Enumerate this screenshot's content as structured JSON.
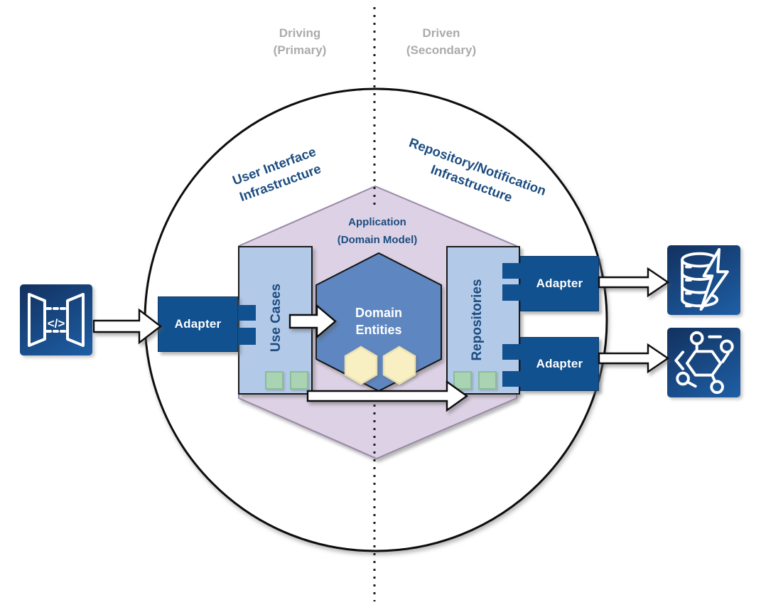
{
  "diagram": {
    "top_labels": {
      "left": {
        "line1": "Driving",
        "line2": "(Primary)"
      },
      "right": {
        "line1": "Driven",
        "line2": "(Secondary)"
      }
    },
    "zones": {
      "left": {
        "line1": "User Interface",
        "line2": "Infrastructure"
      },
      "right": {
        "line1": "Repository/Notification",
        "line2": "Infrastructure"
      }
    },
    "application": {
      "line1": "Application",
      "line2": "(Domain Model)"
    },
    "domain_entities": {
      "line1": "Domain",
      "line2": "Entities"
    },
    "ports": {
      "left": "Use Cases",
      "right": "Repositories"
    },
    "adapters": {
      "left": "Adapter",
      "right_top": "Adapter",
      "right_bottom": "Adapter"
    },
    "icons": {
      "left": {
        "name": "code-gateway-icon",
        "glyph": "</>"
      },
      "right_top": {
        "name": "database-lightning-icon"
      },
      "right_bottom": {
        "name": "graph-molecule-icon"
      }
    },
    "colors": {
      "adapter_blue": "#11518F",
      "port_light_blue": "#B3C9E8",
      "domain_hex_blue": "#5E86C0",
      "app_hex_purple": "#DDD2E5",
      "entity_yellow": "#F8EFC2",
      "component_green": "#A9D3B2",
      "label_navy": "#1B4C80",
      "label_gray": "#ABABAB"
    }
  }
}
